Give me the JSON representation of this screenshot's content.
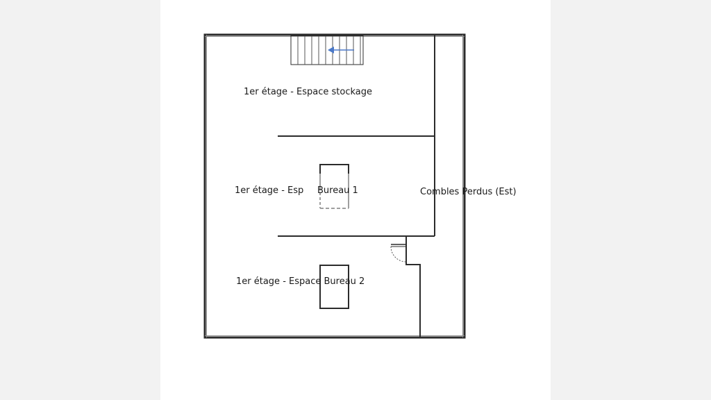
{
  "floorplan": {
    "rooms": [
      {
        "id": "stockage",
        "label": "1er étage - Espace stockage"
      },
      {
        "id": "bureau1",
        "label": "1er étage - Esp",
        "label_tail": "Bureau 1"
      },
      {
        "id": "bureau2",
        "label": "1er étage - Espace Bureau 2"
      },
      {
        "id": "combles",
        "label": "Combles Perdus (Est)"
      }
    ],
    "colors": {
      "wall": "#2b2b2b",
      "stair_arrow": "#4a78c8",
      "background": "#f2f2f2",
      "canvas": "#ffffff"
    }
  }
}
